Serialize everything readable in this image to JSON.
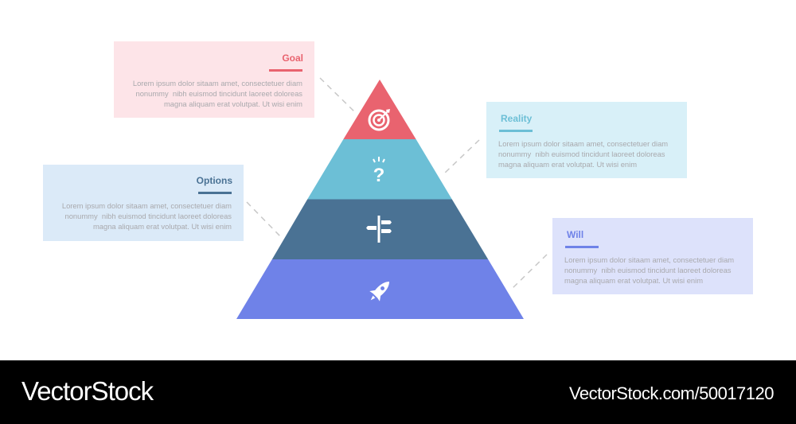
{
  "diagram": {
    "type": "pyramid",
    "levels": [
      {
        "name": "Goal",
        "icon": "target-icon",
        "color": "#e9636f"
      },
      {
        "name": "Reality",
        "icon": "question-mark-icon",
        "color": "#6cbfd6"
      },
      {
        "name": "Options",
        "icon": "signpost-icon",
        "color": "#4a7294"
      },
      {
        "name": "Will",
        "icon": "rocket-icon",
        "color": "#6f82e8"
      }
    ]
  },
  "boxes": {
    "goal": {
      "title": "Goal",
      "text": "Lorem ipsum dolor sitaam amet, consectetuer diam\nnonummy  nibh euismod tincidunt laoreet doloreas\nmagna aliquam erat volutpat. Ut wisi enim",
      "accent": "#e9636f",
      "bg": "#fde4e8"
    },
    "reality": {
      "title": "Reality",
      "text": "Lorem ipsum dolor sitaam amet, consectetuer diam\nnonummy  nibh euismod tincidunt laoreet doloreas\nmagna aliquam erat volutpat. Ut wisi enim",
      "accent": "#6cbfd6",
      "bg": "#d8f0f8"
    },
    "options": {
      "title": "Options",
      "text": "Lorem ipsum dolor sitaam amet, consectetuer diam\nnonummy  nibh euismod tincidunt laoreet doloreas\nmagna aliquam erat volutpat. Ut wisi enim",
      "accent": "#4a7294",
      "bg": "#dbeaf8"
    },
    "will": {
      "title": "Will",
      "text": "Lorem ipsum dolor sitaam amet, consectetuer diam\nnonummy  nibh euismod tincidunt laoreet doloreas\nmagna aliquam erat volutpat. Ut wisi enim",
      "accent": "#6f82e8",
      "bg": "#dde2fb"
    }
  },
  "footer": {
    "brand": "VectorStock",
    "url": "VectorStock.com/50017120"
  }
}
